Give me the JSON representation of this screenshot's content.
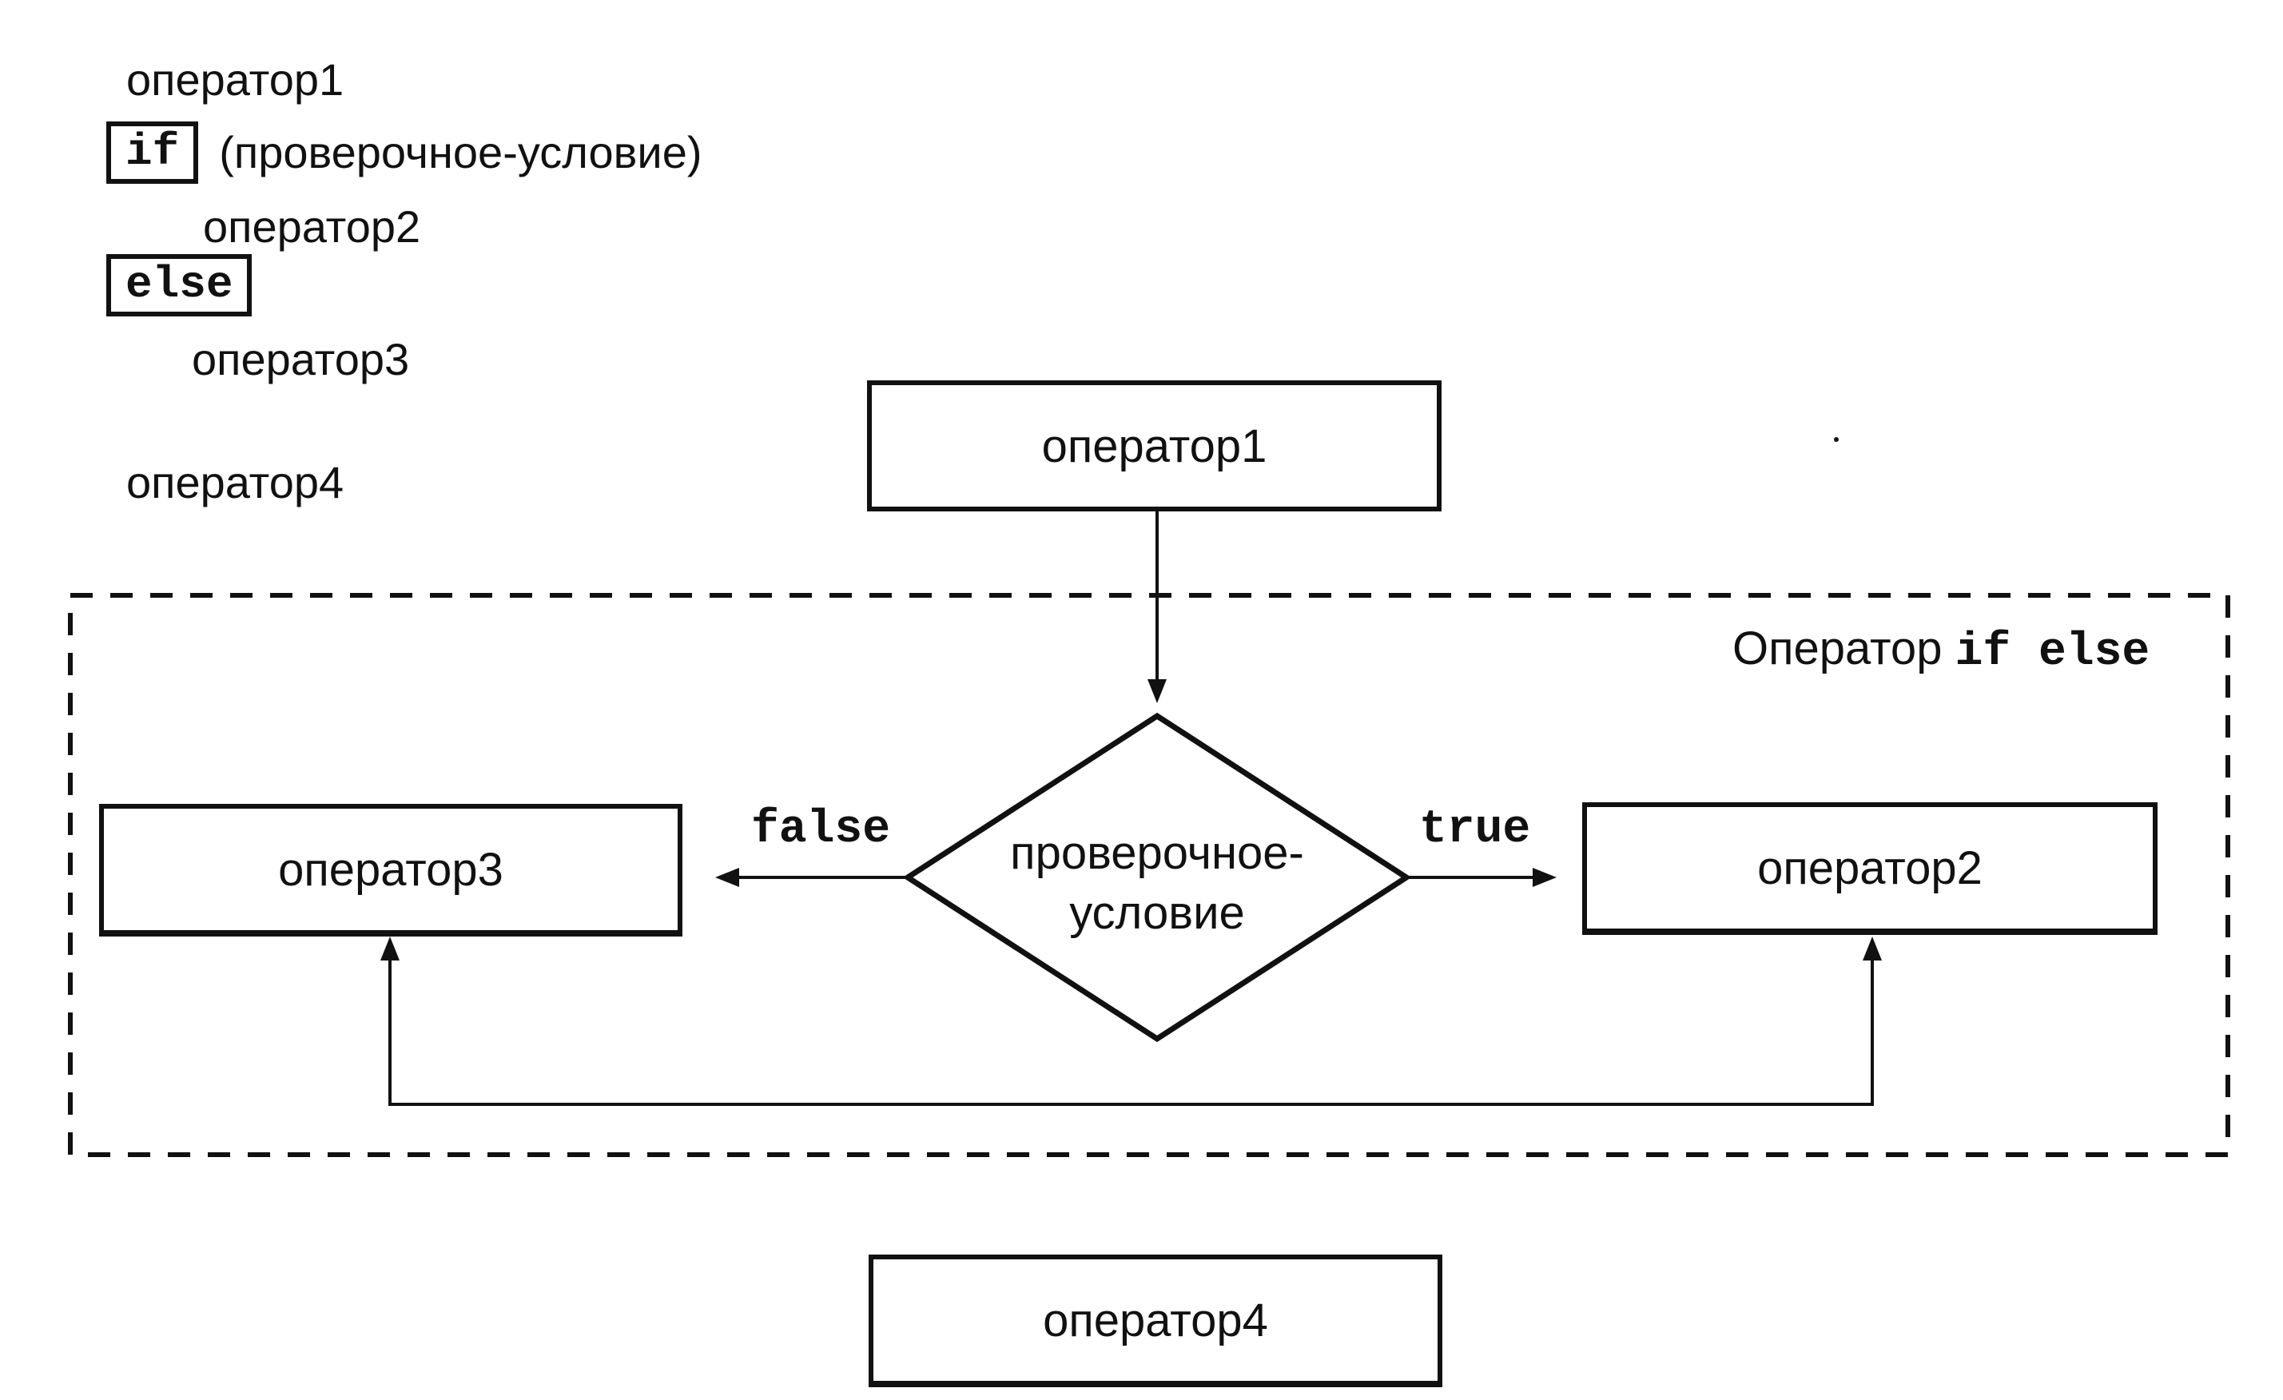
{
  "code": {
    "line1": "оператор1",
    "if_keyword": "if",
    "condition": "(проверочное-условие)",
    "line2": "оператор2",
    "else_keyword": "else",
    "line3": "оператор3",
    "line4": "оператор4"
  },
  "flowchart": {
    "top_box": "оператор1",
    "region_title_prefix": "Оператор",
    "region_title_keywords": "if else",
    "decision_line1": "проверочное-",
    "decision_line2": "условие",
    "false_label": "false",
    "true_label": "true",
    "left_box": "оператор3",
    "right_box": "оператор2",
    "bottom_box": "оператор4"
  }
}
